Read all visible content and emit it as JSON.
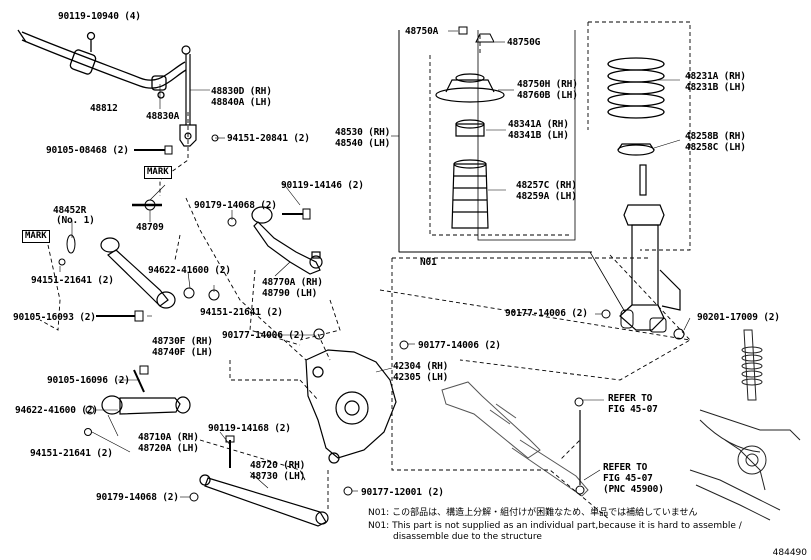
{
  "labels": {
    "p_90119_10940": "90119-10940 (4)",
    "p_48812": "48812",
    "p_48830a": "48830A",
    "p_48830d": "48830D (RH)",
    "p_48840a": "48840A (LH)",
    "p_90105_08468": "90105-08468 (2)",
    "p_94151_20841": "94151-20841 (2)",
    "p_48452r": "48452R",
    "p_no1": "(No. 1)",
    "p_48709": "48709",
    "p_94151_21641_a": "94151-21641 (2)",
    "p_90179_14068_a": "90179-14068 (2)",
    "p_90119_14146": "90119-14146 (2)",
    "p_94622_41600_a": "94622-41600 (2)",
    "p_94151_21641_b": "94151-21641 (2)",
    "p_48770a": "48770A (RH)",
    "p_48790": "48790 (LH)",
    "p_90105_16093": "90105-16093 (2)",
    "p_48730f": "48730F (RH)",
    "p_48740f": "48740F (LH)",
    "p_90177_14006_a": "90177-14006 (2)",
    "p_90177_14006_b": "90177-14006 (2)",
    "p_90105_16096": "90105-16096 (2)",
    "p_94622_41600_b": "94622-41600 (2)",
    "p_94151_21641_c": "94151-21641 (2)",
    "p_48710a": "48710A (RH)",
    "p_48720a": "48720A (LH)",
    "p_90119_14168": "90119-14168 (2)",
    "p_48720": "48720 (RH)",
    "p_48730": "48730 (LH)",
    "p_90179_14068_b": "90179-14068 (2)",
    "p_42304": "42304 (RH)",
    "p_42305": "42305 (LH)",
    "p_90177_12001": "90177-12001 (2)",
    "p_48750a": "48750A",
    "p_48750g": "48750G",
    "p_48530": "48530 (RH)",
    "p_48540": "48540 (LH)",
    "p_48750h": "48750H (RH)",
    "p_48760b": "48760B (LH)",
    "p_48341a": "48341A (RH)",
    "p_48341b": "48341B (LH)",
    "p_48257c": "48257C (RH)",
    "p_48259a": "48259A (LH)",
    "p_48231a": "48231A (RH)",
    "p_48231b": "48231B (LH)",
    "p_48258b": "48258B (RH)",
    "p_48258c": "48258C (LH)",
    "p_n01": "N01",
    "p_90177_14006_c": "90177-14006 (2)",
    "p_90201_17009": "90201-17009 (2)",
    "p_refer1_a": "REFER TO",
    "p_refer1_b": "FIG 45-07",
    "p_refer2_a": "REFER TO",
    "p_refer2_b": "FIG 45-07",
    "p_refer2_c": "(PNC 45900)"
  },
  "marks": [
    "MARK",
    "MARK"
  ],
  "notes": {
    "jp": "N01: この部品は、構造上分解・組付けが困難なため、単品では補給していません",
    "en1": "N01: This part is not supplied as an individual part,because it is hard to assemble /",
    "en2": "disassemble due to the structure"
  },
  "drawing_number": "484490"
}
